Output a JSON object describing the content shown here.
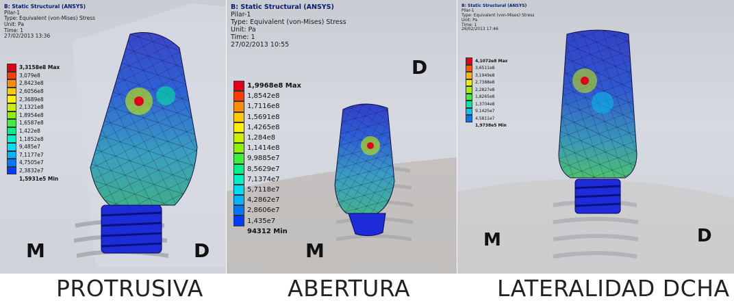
{
  "panels": [
    {
      "header": {
        "title": "B: Static Structural (ANSYS)",
        "object": "Pilar-1",
        "type": "Type: Equivalent (von-Mises) Stress",
        "unit": "Unit: Pa",
        "time": "Time: 1",
        "date": "27/02/2013 13:36"
      },
      "legend": [
        "3,3158e8 Max",
        "3,079e8",
        "2,8423e8",
        "2,6056e8",
        "2,3689e8",
        "2,1321e8",
        "1,8954e8",
        "1,6587e8",
        "1,422e8",
        "1,1852e8",
        "9,485e7",
        "7,1177e7",
        "4,7505e7",
        "2,3832e7",
        "1,5931e5 Min"
      ],
      "left_label": "M",
      "right_label": "D",
      "caption": "PROTRUSIVA"
    },
    {
      "header": {
        "title": "B: Static Structural (ANSYS)",
        "object": "Pilar-1",
        "type": "Type: Equivalent (von-Mises) Stress",
        "unit": "Unit: Pa",
        "time": "Time: 1",
        "date": "27/02/2013 10:55"
      },
      "legend": [
        "1,9968e8 Max",
        "1,8542e8",
        "1,7116e8",
        "1,5691e8",
        "1,4265e8",
        "1,284e8",
        "1,1414e8",
        "9,9885e7",
        "8,5629e7",
        "7,1374e7",
        "5,7118e7",
        "4,2862e7",
        "2,8606e7",
        "1,435e7",
        "94312 Min"
      ],
      "left_label": "M",
      "right_label": "D",
      "caption": "ABERTURA"
    },
    {
      "header": {
        "title": "B: Static Structural (ANSYS)",
        "object": "Pilar-1",
        "type": "Type: Equivalent (von-Mises) Stress",
        "unit": "Unit: Pa",
        "time": "Time: 1",
        "date": "26/02/2013 17:46"
      },
      "legend": [
        "4,1072e8 Max",
        "3,6511e8",
        "3,1949e8",
        "2,7388e8",
        "2,2827e8",
        "1,8265e8",
        "1,3704e8",
        "9,1425e7",
        "4,5811e7",
        "1,9738e5 Min"
      ],
      "left_label": "M",
      "right_label": "D",
      "caption": "LATERALIDAD DCHA"
    }
  ],
  "colors": {
    "scale10": [
      "#e0001b",
      "#ff5a00",
      "#ffb400",
      "#e6f000",
      "#a8f000",
      "#3cf03c",
      "#00e6a0",
      "#00c8f0",
      "#0078f0",
      "#1e1eff"
    ],
    "scale15": [
      "#e0001b",
      "#ff3c00",
      "#ff8c00",
      "#ffc800",
      "#fff000",
      "#c8f000",
      "#8cf000",
      "#3cf03c",
      "#00f08c",
      "#00f0c8",
      "#00dcf0",
      "#00b4ff",
      "#0078ff",
      "#003cff",
      "#1414ff"
    ]
  }
}
